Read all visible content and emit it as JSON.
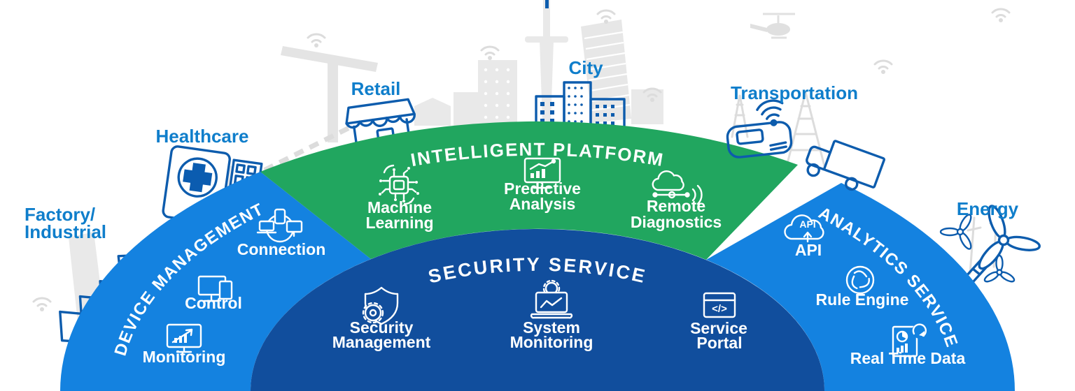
{
  "colors": {
    "outer_ring_blue": "#1482e0",
    "platform_green": "#21a65f",
    "inner_dark_blue": "#114e9d",
    "industry_label_blue": "#0f7ecb",
    "industry_icon_blue": "#0d5cad",
    "skyline_gray": "#e9e9e9",
    "text_white": "#ffffff"
  },
  "industries": [
    {
      "name": "factory-industrial",
      "icon": "factory-icon",
      "label_lines": [
        "Factory/",
        "Industrial"
      ]
    },
    {
      "name": "healthcare",
      "icon": "healthcare-icon",
      "label_lines": [
        "Healthcare"
      ]
    },
    {
      "name": "retail",
      "icon": "retail-store-icon",
      "label_lines": [
        "Retail"
      ]
    },
    {
      "name": "city",
      "icon": "city-buildings-icon",
      "label_lines": [
        "City"
      ]
    },
    {
      "name": "transportation",
      "icon": "car-truck-icon",
      "label_lines": [
        "Transportation"
      ]
    },
    {
      "name": "energy",
      "icon": "wind-turbine-icon",
      "label_lines": [
        "Energy"
      ]
    }
  ],
  "rings": {
    "device_management": {
      "title": "DEVICE MANAGEMENT",
      "items": [
        {
          "icon": "connection-icon",
          "label_lines": [
            "Connection"
          ]
        },
        {
          "icon": "control-icon",
          "label_lines": [
            "Control"
          ]
        },
        {
          "icon": "monitoring-icon",
          "label_lines": [
            "Monitoring"
          ]
        }
      ]
    },
    "intelligent_platform": {
      "title": "INTELLIGENT PLATFORM",
      "items": [
        {
          "icon": "machine-learning-icon",
          "label_lines": [
            "Machine",
            "Learning"
          ]
        },
        {
          "icon": "predictive-analysis-icon",
          "label_lines": [
            "Predictive",
            "Analysis"
          ]
        },
        {
          "icon": "remote-diagnostics-icon",
          "label_lines": [
            "Remote",
            "Diagnostics"
          ]
        }
      ]
    },
    "analytics_service": {
      "title": "ANALYTICS SERVICE",
      "items": [
        {
          "icon": "api-cloud-icon",
          "label_lines": [
            "API"
          ],
          "icon_text": "API"
        },
        {
          "icon": "rule-engine-icon",
          "label_lines": [
            "Rule Engine"
          ]
        },
        {
          "icon": "real-time-data-icon",
          "label_lines": [
            "Real Time Data"
          ]
        }
      ]
    },
    "security_service": {
      "title": "SECURITY SERVICE",
      "items": [
        {
          "icon": "security-shield-icon",
          "label_lines": [
            "Security",
            "Management"
          ]
        },
        {
          "icon": "system-monitoring-icon",
          "label_lines": [
            "System",
            "Monitoring"
          ]
        },
        {
          "icon": "service-portal-icon",
          "label_lines": [
            "Service",
            "Portal"
          ],
          "icon_text": "</>"
        }
      ]
    }
  }
}
